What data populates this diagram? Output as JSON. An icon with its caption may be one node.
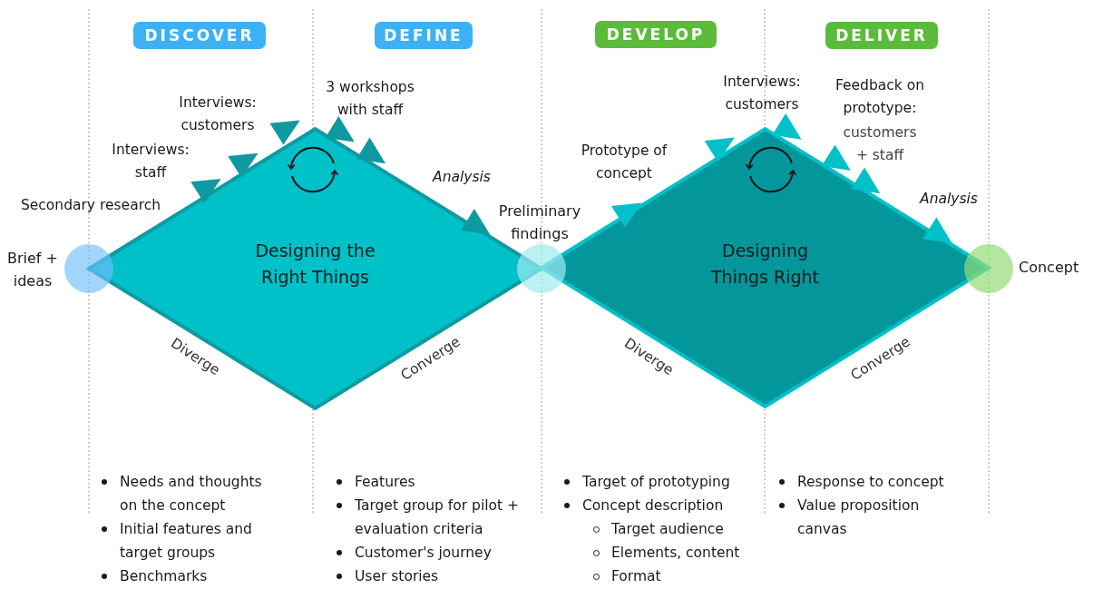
{
  "diagram": {
    "nodes": [
      {
        "text": [
          "DISCOVER"
        ]
      },
      {
        "text": [
          "DEFINE"
        ]
      },
      {
        "text": [
          "DEVELOP"
        ]
      },
      {
        "text": [
          "DELIVER"
        ]
      },
      {
        "text": [],
        "shape": "circle",
        "beside": [
          "Brief + ideas"
        ]
      },
      {
        "text": [
          "Designing the Right Things"
        ]
      },
      {
        "text": [],
        "shape": "circle",
        "beside": [
          "Preliminary findings"
        ]
      },
      {
        "text": [
          "Designing Things Right"
        ]
      },
      {
        "text": [],
        "shape": "circle",
        "beside": [
          "Concept"
        ]
      }
    ],
    "edges": [],
    "labels": [
      "3 workshops with staff",
      "Interviews: customers",
      "Interviews: staff",
      "Secondary research",
      "Analysis",
      "Interviews: customers",
      "Feedback on prototype:",
      "customers + staff",
      "Prototype of concept",
      "Analysis",
      "Diverge",
      "Converge",
      "Diverge",
      "Converge",
      "Needs and thoughts on the concept",
      "Initial features and target groups",
      "Benchmarks",
      "Features",
      "Target group for pilot + evaluation criteria",
      "Customer's journey",
      "User stories",
      "Target of prototyping",
      "Concept description",
      "Target audience",
      "Elements, content",
      "Format",
      "Response to concept",
      "Value proposition canvas"
    ]
  }
}
